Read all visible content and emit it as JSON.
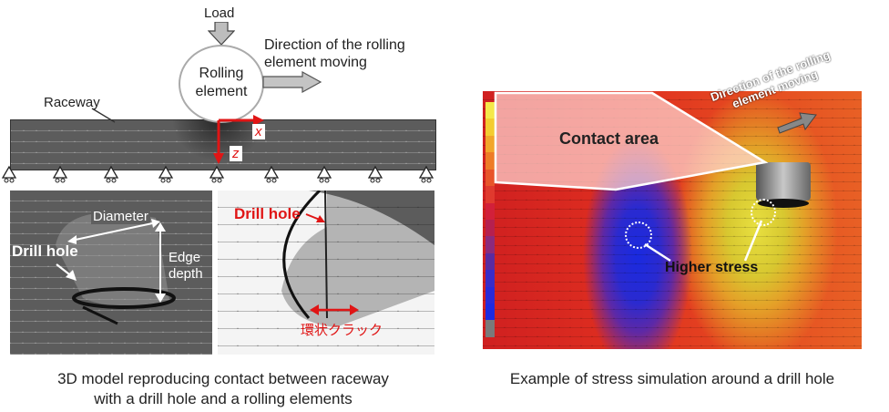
{
  "left": {
    "load_label": "Load",
    "rolling_element_label": "Rolling\nelement",
    "direction_label": "Direction of the rolling\nelement moving",
    "raceway_label": "Raceway",
    "axis_x": "x",
    "axis_z": "z",
    "diameter_label": "Diameter",
    "drill_hole_label": "Drill hole",
    "edge_depth_label": "Edge\ndepth",
    "drill_hole_label_2": "Drill hole",
    "crack_label": "環状クラック",
    "caption": "3D model reproducing contact between raceway\nwith a drill hole and a rolling elements"
  },
  "right": {
    "direction_label": "Direction of the rolling\nelement moving",
    "contact_area_label": "Contact area",
    "higher_stress_label": "Higher stress",
    "caption": "Example of stress simulation around a drill hole",
    "colorbar": [
      "#f5e84a",
      "#f4cc30",
      "#f2a62a",
      "#ee7c26",
      "#e8552a",
      "#e03a2e",
      "#d2203a",
      "#b6204f",
      "#8c2a7c",
      "#5a2ba0",
      "#3a2cc8",
      "#2a2ad8",
      "#1e2ae0",
      "#7a7a7a"
    ]
  }
}
